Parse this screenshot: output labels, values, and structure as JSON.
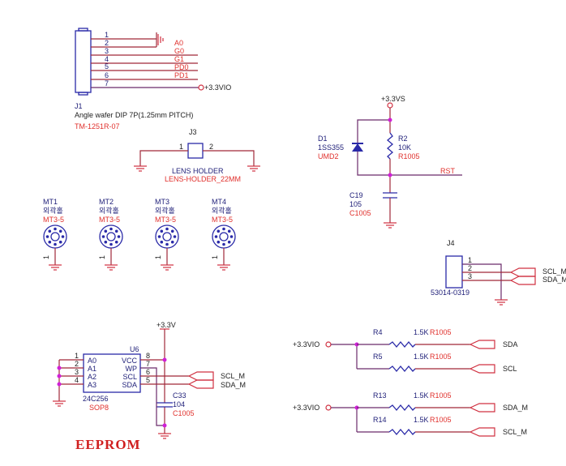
{
  "j1": {
    "ref": "J1",
    "desc": "Angle wafer DIP 7P(1.25mm PITCH)",
    "part": "TM-1251R-07",
    "pins": [
      "1",
      "2",
      "3",
      "4",
      "5",
      "6",
      "7"
    ],
    "nets": [
      "A0",
      "G0",
      "G1",
      "PD0",
      "PD1"
    ],
    "power": "+3.3VIO"
  },
  "j3": {
    "ref": "J3",
    "value": "LENS HOLDER",
    "part": "LENS-HOLDER_22MM",
    "pin1": "1",
    "pin2": "2"
  },
  "mt": [
    {
      "ref": "MT1",
      "value": "외곽홀",
      "part": "MT3-5",
      "pin": "1"
    },
    {
      "ref": "MT2",
      "value": "외곽홀",
      "part": "MT3-5",
      "pin": "1"
    },
    {
      "ref": "MT3",
      "value": "외곽홀",
      "part": "MT3-5",
      "pin": "1"
    },
    {
      "ref": "MT4",
      "value": "외곽홀",
      "part": "MT3-5",
      "pin": "1"
    }
  ],
  "reset": {
    "power": "+3.3VS",
    "d1": {
      "ref": "D1",
      "value": "1SS355",
      "part": "UMD2"
    },
    "r2": {
      "ref": "R2",
      "value": "10K",
      "part": "R1005"
    },
    "c19": {
      "ref": "C19",
      "value": "105",
      "part": "C1005"
    },
    "net": "RST"
  },
  "j4": {
    "ref": "J4",
    "part": "53014-0319",
    "pins": [
      "1",
      "2",
      "3"
    ],
    "nets": [
      "SCL_M",
      "SDA_M"
    ]
  },
  "eeprom": {
    "title": "EEPROM",
    "power": "+3.3V",
    "u6": {
      "ref": "U6",
      "part": "24C256",
      "package": "SOP8",
      "left_pins": [
        {
          "num": "1",
          "name": "A0"
        },
        {
          "num": "2",
          "name": "A1"
        },
        {
          "num": "3",
          "name": "A2"
        },
        {
          "num": "4",
          "name": "A3"
        }
      ],
      "right_pins": [
        {
          "num": "8",
          "name": "VCC"
        },
        {
          "num": "7",
          "name": "WP"
        },
        {
          "num": "6",
          "name": "SCL"
        },
        {
          "num": "5",
          "name": "SDA"
        }
      ]
    },
    "c33": {
      "ref": "C33",
      "value": "104",
      "part": "C1005"
    },
    "nets": [
      "SCL_M",
      "SDA_M"
    ]
  },
  "pullups": [
    {
      "power": "+3.3VIO",
      "resistors": [
        {
          "ref": "R4",
          "value": "1.5K",
          "part": "R1005",
          "net": "SDA"
        },
        {
          "ref": "R5",
          "value": "1.5K",
          "part": "R1005",
          "net": "SCL"
        }
      ]
    },
    {
      "power": "+3.3VIO",
      "resistors": [
        {
          "ref": "R13",
          "value": "1.5K",
          "part": "R1005",
          "net": "SDA_M"
        },
        {
          "ref": "R14",
          "value": "1.5K",
          "part": "R1005",
          "net": "SCL_M"
        }
      ]
    }
  ],
  "colors": {
    "wire": "#a02838",
    "component": "#2a2aa8",
    "ref_text": "#22227a",
    "part_text": "#e0302c",
    "junction": "#d020d8"
  }
}
